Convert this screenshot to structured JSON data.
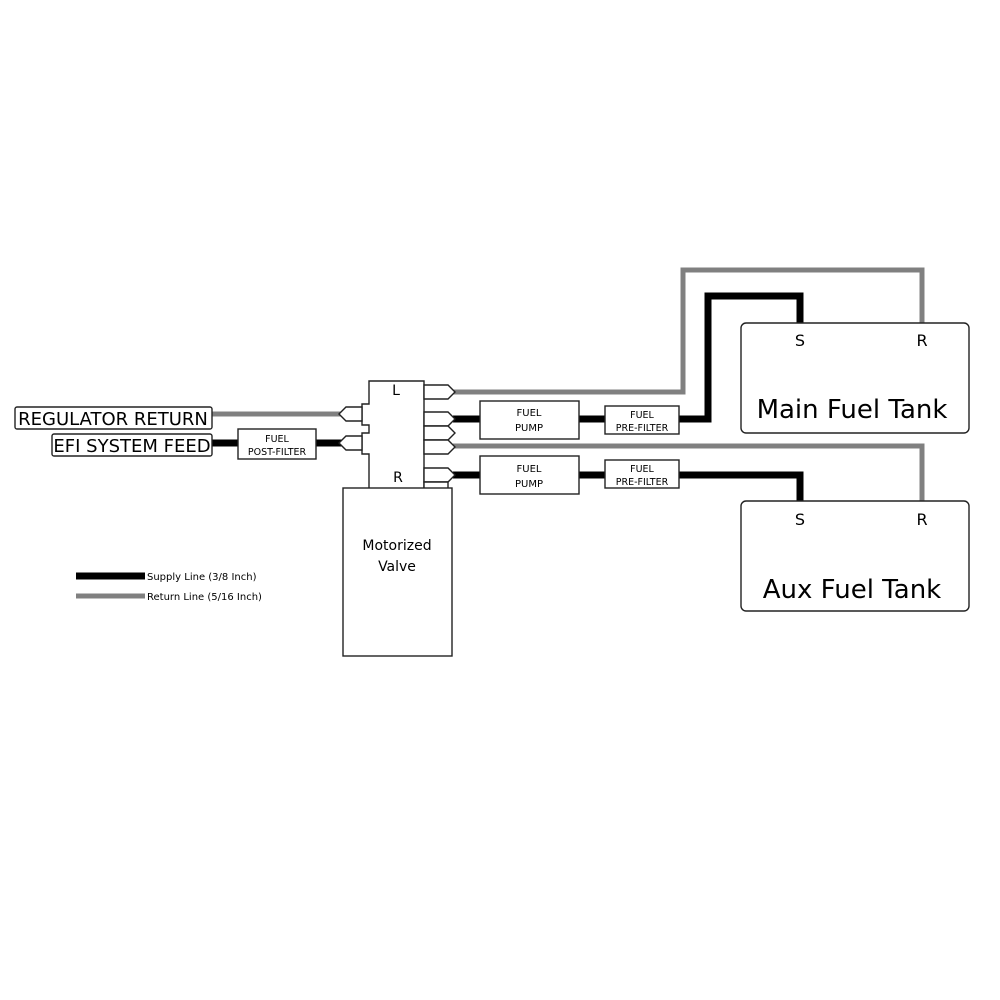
{
  "labels": {
    "regulator_return": "REGULATOR RETURN",
    "efi_system_feed": "EFI SYSTEM FEED",
    "post_filter_line1": "FUEL",
    "post_filter_line2": "POST-FILTER",
    "pump_line1": "FUEL",
    "pump_line2": "PUMP",
    "pre_filter_line1": "FUEL",
    "pre_filter_line2": "PRE-FILTER",
    "valve_left": "L",
    "valve_right": "R",
    "motorized_line1": "Motorized",
    "motorized_line2": "Valve",
    "main_tank": "Main Fuel Tank",
    "aux_tank": "Aux Fuel Tank",
    "supply_port": "S",
    "return_port": "R"
  },
  "legend": {
    "supply": "Supply Line (3/8 Inch)",
    "return": "Return Line (5/16 Inch)"
  },
  "colors": {
    "supply": "#000000",
    "return": "#808080",
    "outline": "#222222"
  }
}
